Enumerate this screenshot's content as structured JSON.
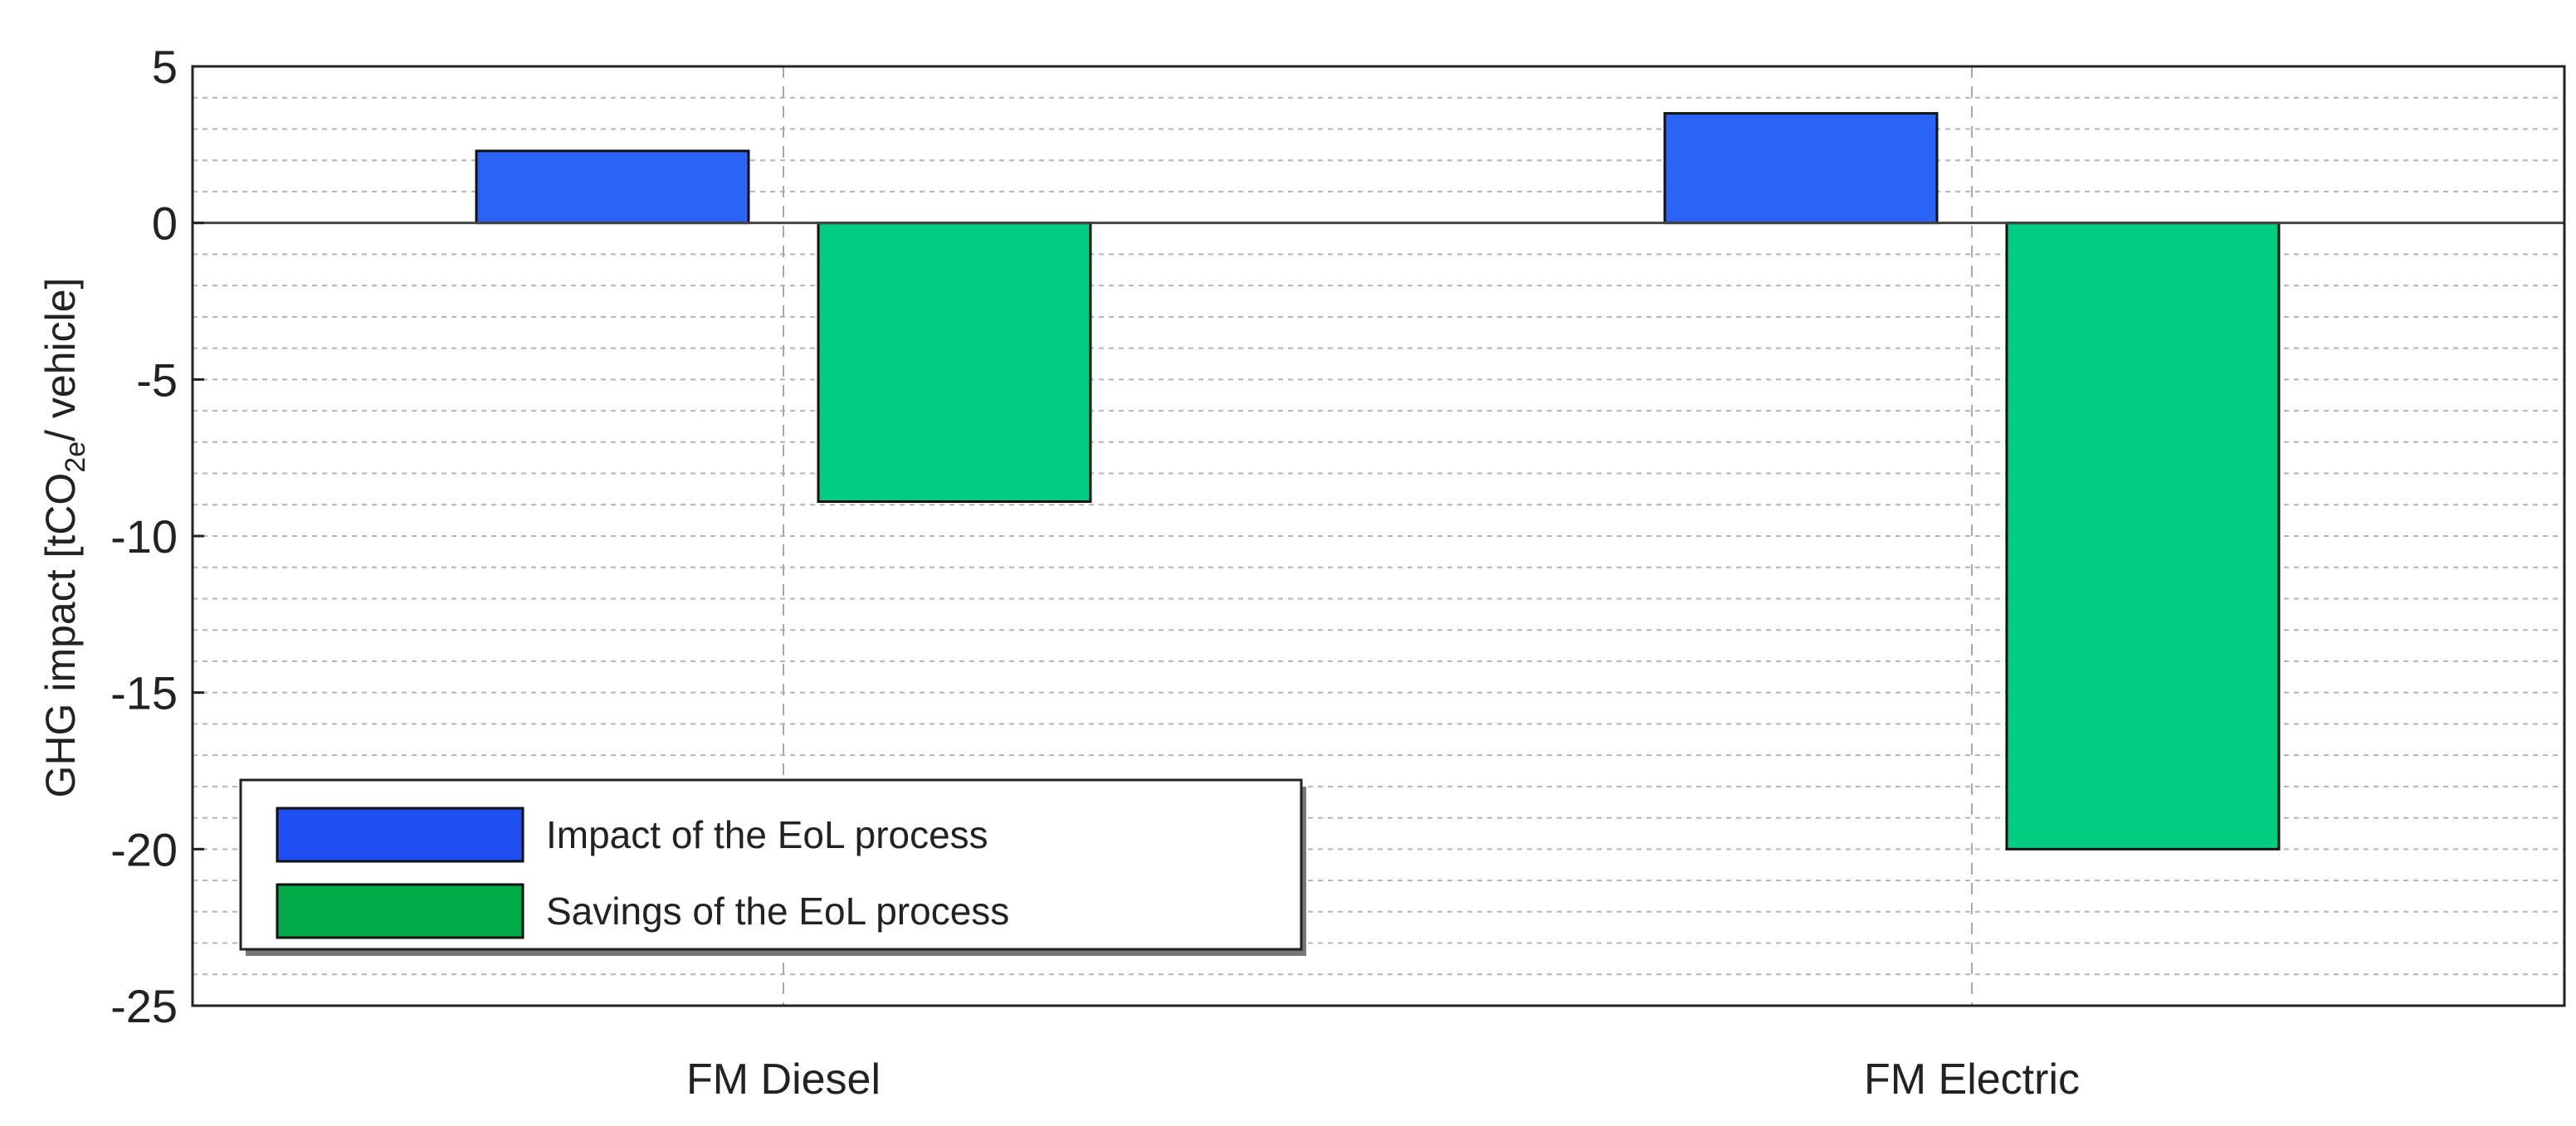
{
  "chart_data": {
    "type": "bar",
    "title": "",
    "xlabel": "",
    "ylabel": {
      "prefix": "GHG impact [tCO",
      "subscript": "2e",
      "suffix": "/ vehicle]"
    },
    "categories": [
      "FM Diesel",
      "FM Electric"
    ],
    "series": [
      {
        "name": "Impact of the EoL process",
        "values": [
          2.3,
          3.5
        ],
        "color": "#2b63f6",
        "legend_color": "#1f4ff0"
      },
      {
        "name": "Savings of the EoL process",
        "values": [
          -8.9,
          -20.0
        ],
        "color": "#00cc82",
        "legend_color": "#00aa46"
      }
    ],
    "ylim": [
      -25,
      5
    ],
    "yticks": [
      5,
      0,
      -5,
      -10,
      -15,
      -20,
      -25
    ],
    "ytick_labels": [
      "5",
      "0",
      "-5",
      "-10",
      "-15",
      "-20",
      "-25"
    ],
    "minor_grid_step": 1,
    "grid": true,
    "legend_position": "lower-left"
  }
}
